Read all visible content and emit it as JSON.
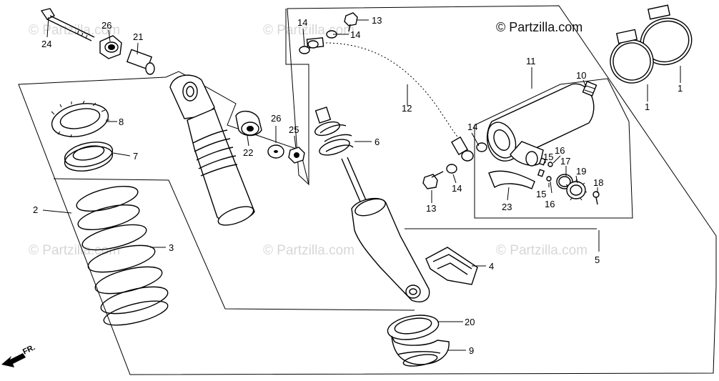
{
  "copyright": "© Partzilla.com",
  "watermark": "© Partzilla.com",
  "direction_label": "FR.",
  "callouts": {
    "c1a": "1",
    "c1b": "1",
    "c2": "2",
    "c3": "3",
    "c4": "4",
    "c5": "5",
    "c6": "6",
    "c7": "7",
    "c8": "8",
    "c9": "9",
    "c10": "10",
    "c11": "11",
    "c12": "12",
    "c13a": "13",
    "c13b": "13",
    "c14a": "14",
    "c14b": "14",
    "c14c": "14",
    "c14d": "14",
    "c15a": "15",
    "c15b": "15",
    "c16a": "16",
    "c16b": "16",
    "c17": "17",
    "c18": "18",
    "c19": "19",
    "c20": "20",
    "c21": "21",
    "c22": "22",
    "c23": "23",
    "c24": "24",
    "c25": "25",
    "c26a": "26",
    "c26b": "26"
  }
}
